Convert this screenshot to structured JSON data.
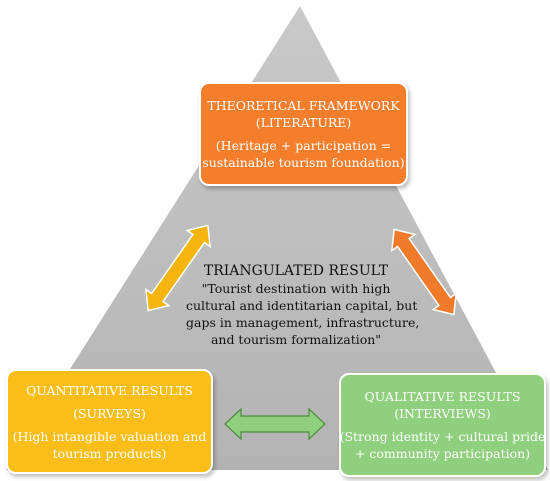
{
  "colors": {
    "triangle": "#bfbfbf",
    "theory": "#f47e2c",
    "quant": "#fbbd17",
    "qual": "#8fcf7e",
    "arrow_left": "#f6b40f",
    "arrow_right": "#ee7a2a",
    "arrow_bottom": "#8fcf7e"
  },
  "theory": {
    "title_line1": "THEORETICAL FRAMEWORK",
    "title_line2": "(LITERATURE)",
    "body_line1": "(Heritage + participation =",
    "body_line2": "sustainable tourism foundation)"
  },
  "center": {
    "title": "TRIANGULATED RESULT",
    "line1": "\"Tourist destination with high",
    "line2": "cultural and identitarian capital, but",
    "line3": "gaps in management, infrastructure,",
    "line4": "and tourism formalization\""
  },
  "quant": {
    "title_line1": "QUANTITATIVE RESULTS",
    "title_line2": "(SURVEYS)",
    "body_line1": "(High intangible valuation and",
    "body_line2": "tourism products)"
  },
  "qual": {
    "title_line1": "QUALITATIVE RESULTS",
    "title_line2": "(INTERVIEWS)",
    "body_line1": "(Strong identity + cultural pride",
    "body_line2": "+ community participation)"
  }
}
